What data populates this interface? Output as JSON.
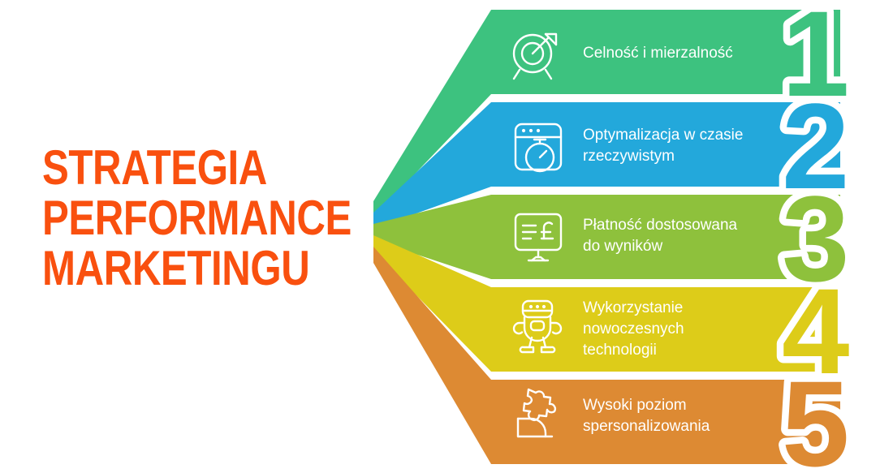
{
  "title": {
    "lines": [
      "STRATEGIA",
      "PERFORMANCE",
      "MARKETINGU"
    ],
    "color": "#F9500F"
  },
  "background_color": "#FFFFFF",
  "divider_color": "#FFFFFF",
  "steps": [
    {
      "number": "1",
      "label": "Celność i mierzalność",
      "label_lines": [
        "Celność i mierzalność"
      ],
      "color": "#3DC27F",
      "icon": "target-arrow-icon"
    },
    {
      "number": "2",
      "label": "Optymalizacja w czasie rzeczywistym",
      "label_lines": [
        "Optymalizacja w czasie",
        "rzeczywistym"
      ],
      "color": "#23A8DB",
      "icon": "browser-stopwatch-icon"
    },
    {
      "number": "3",
      "label": "Płatność dostosowana do wyników",
      "label_lines": [
        "Płatność dostosowana",
        "do wyników"
      ],
      "color": "#8EC13C",
      "icon": "monitor-currency-icon"
    },
    {
      "number": "4",
      "label": "Wykorzystanie nowoczesnych technologii",
      "label_lines": [
        "Wykorzystanie",
        "nowoczesnych",
        "technologii"
      ],
      "color": "#DDCC19",
      "icon": "robot-icon"
    },
    {
      "number": "5",
      "label": "Wysoki poziom spersonalizowania",
      "label_lines": [
        "Wysoki poziom",
        "spersonalizowania"
      ],
      "color": "#DD8A33",
      "icon": "puzzle-hand-icon"
    }
  ]
}
